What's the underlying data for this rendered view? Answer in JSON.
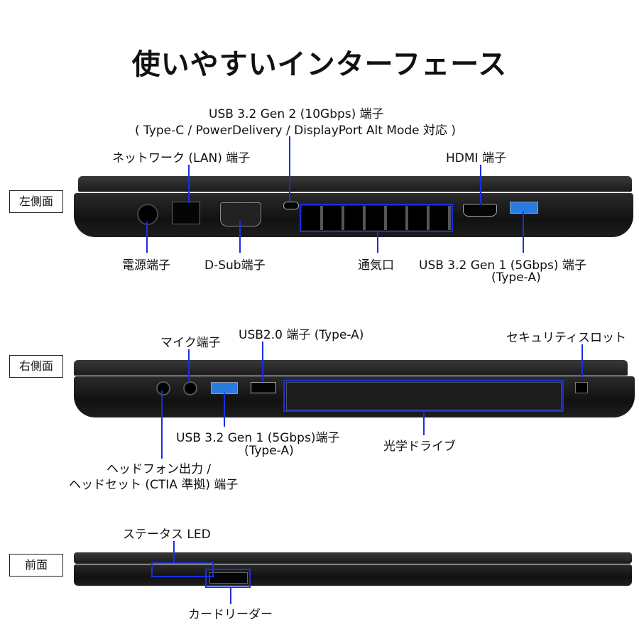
{
  "title": "使いやすいインターフェース",
  "sections": {
    "left": {
      "label": "左側面",
      "usb_c": [
        "USB 3.2 Gen 2 (10Gbps) 端子",
        "( Type-C / PowerDelivery / DisplayPort Alt Mode 対応 )"
      ],
      "lan": "ネットワーク (LAN) 端子",
      "hdmi": "HDMI 端子",
      "power": "電源端子",
      "dsub": "D-Sub端子",
      "vent": "通気口",
      "usb_a": [
        "USB 3.2 Gen 1 (5Gbps) 端子",
        "(Type-A)"
      ]
    },
    "right": {
      "label": "右側面",
      "mic": "マイク端子",
      "usb2": "USB2.0 端子 (Type-A)",
      "security": "セキュリティスロット",
      "usb_a": [
        "USB 3.2 Gen 1 (5Gbps)端子",
        "(Type-A)"
      ],
      "optical": "光学ドライブ",
      "headphone": [
        "ヘッドフォン出力 /",
        "ヘッドセット (CTIA 準拠) 端子"
      ]
    },
    "front": {
      "label": "前面",
      "status_led": "ステータス LED",
      "card_reader": "カードリーダー"
    }
  },
  "colors": {
    "callout": "#1a2fe0",
    "usb3": "#2a7be0"
  }
}
